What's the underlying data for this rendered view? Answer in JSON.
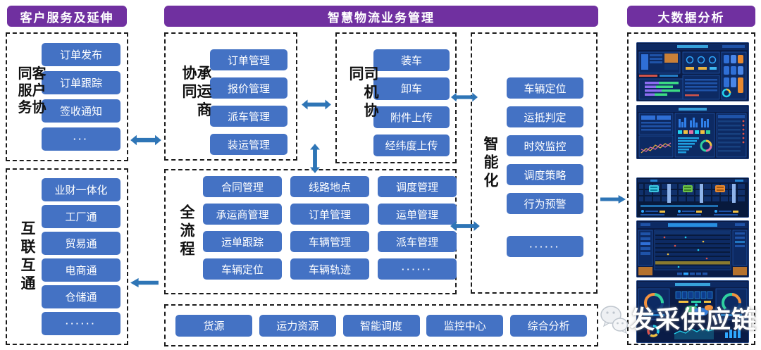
{
  "left_panel": {
    "header": "客户服务及延伸",
    "customer_group": {
      "label": "客户协同服务",
      "items": [
        "订单发布",
        "订单跟踪",
        "签收通知",
        "···"
      ]
    },
    "interconnect_group": {
      "label": "互联互通",
      "items": [
        "业财一体化",
        "工厂通",
        "贸易通",
        "电商通",
        "仓储通",
        "······"
      ]
    }
  },
  "middle_panel": {
    "header": "智慧物流业务管理",
    "carrier_group": {
      "label": "承运商协同",
      "items": [
        "订单管理",
        "报价管理",
        "派车管理",
        "装运管理"
      ]
    },
    "driver_group": {
      "label": "司机协同",
      "items": [
        "装车",
        "卸车",
        "附件上传",
        "经纬度上传"
      ]
    },
    "intelligence_group": {
      "label": "智能化",
      "items": [
        "车辆定位",
        "运抵判定",
        "时效监控",
        "调度策略",
        "行为预警",
        "······"
      ]
    },
    "fullprocess_group": {
      "label": "全流程",
      "items": [
        "合同管理",
        "线路地点",
        "调度管理",
        "承运商管理",
        "订单管理",
        "运单管理",
        "运单跟踪",
        "车辆管理",
        "派车管理",
        "车辆定位",
        "车辆轨迹",
        "······"
      ]
    },
    "resource_group": {
      "items": [
        "货源",
        "运力资源",
        "智能调度",
        "监控中心",
        "综合分析"
      ]
    }
  },
  "right_panel": {
    "header": "大数据分析",
    "screenshots": [
      {
        "name": "bi-overview-dashboard"
      },
      {
        "name": "operations-analytics-dashboard"
      },
      {
        "name": "vehicle-loading-monitor-dashboard"
      },
      {
        "name": "dispatch-control-table-dashboard"
      },
      {
        "name": "gauge-analytics-dashboard"
      }
    ]
  },
  "watermark": {
    "text": "发采供应链",
    "icon": "wechat-icon"
  },
  "colors": {
    "header_purple": "#7030A0",
    "node_blue": "#4472C4",
    "arrow_blue": "#2E75B6"
  }
}
